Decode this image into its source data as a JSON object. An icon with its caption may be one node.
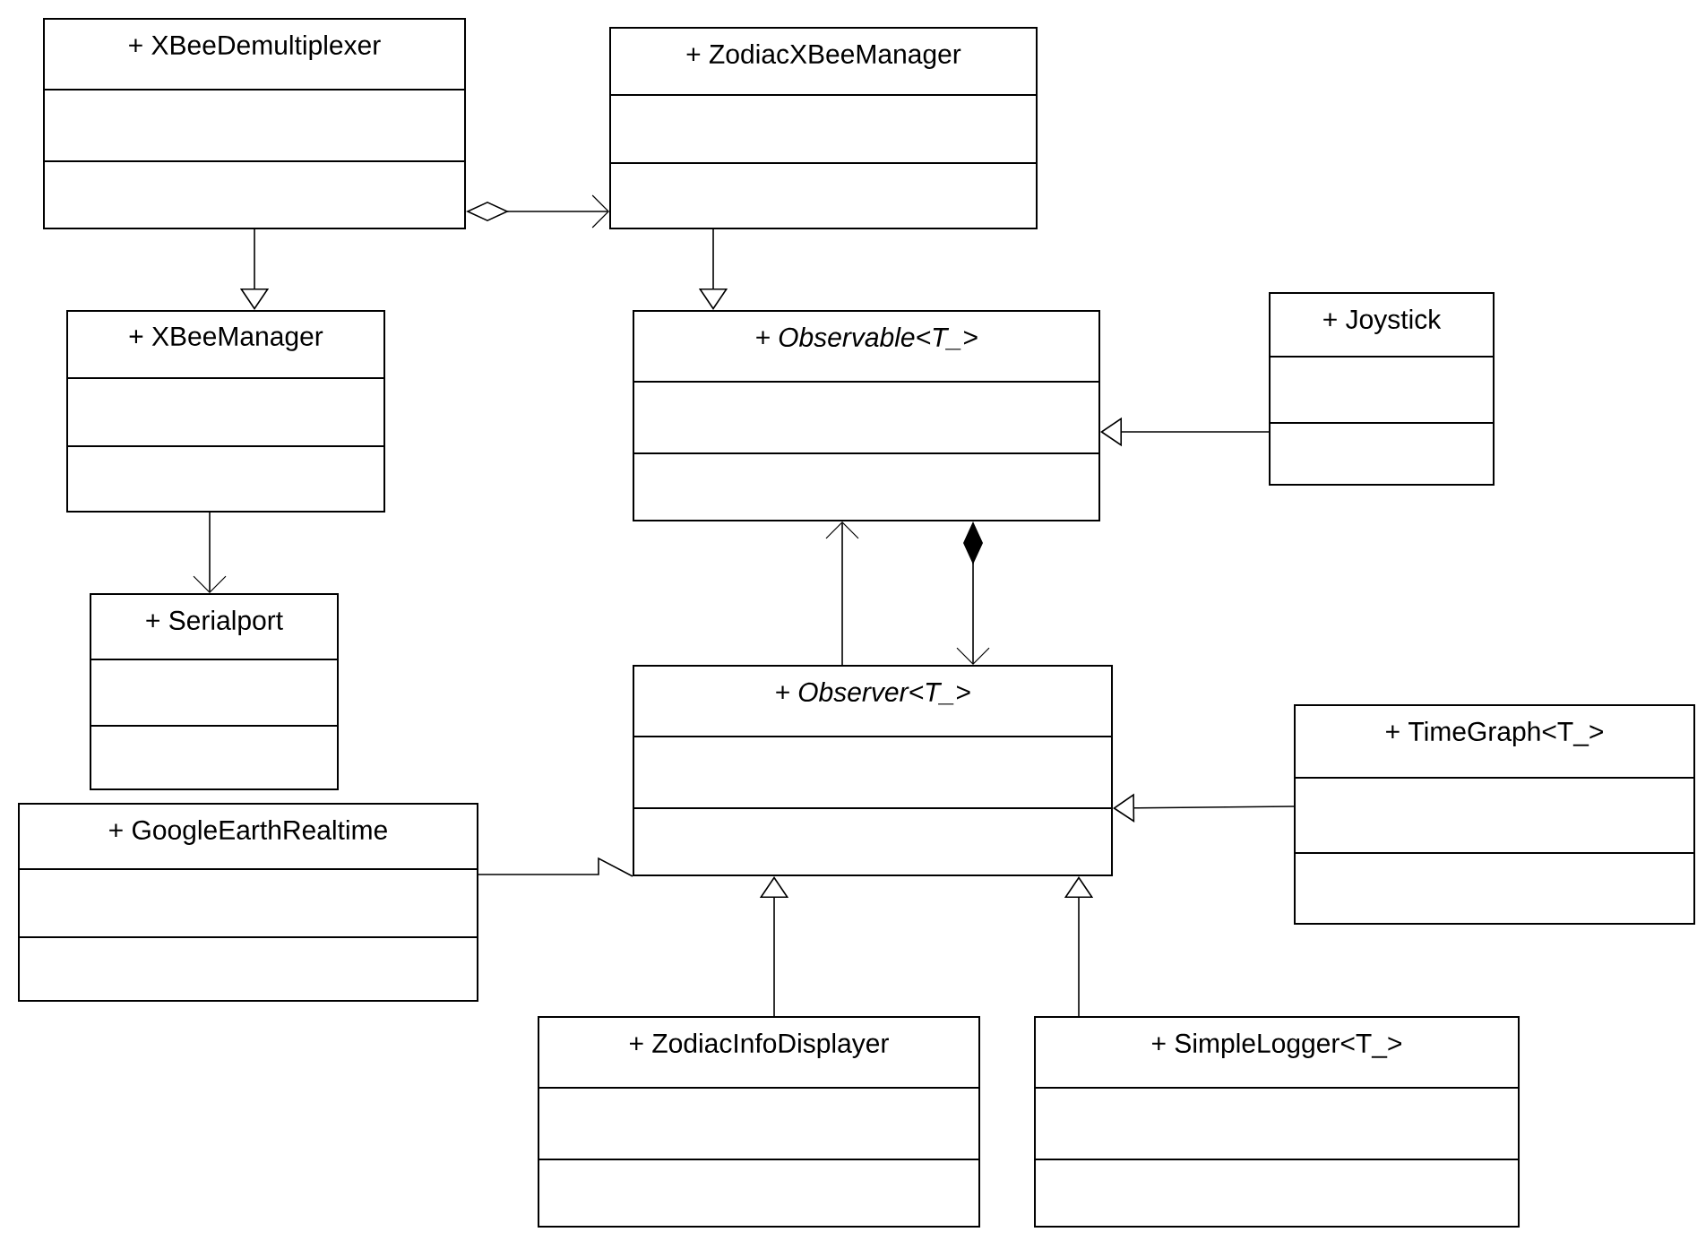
{
  "diagram": {
    "nodes": [
      {
        "text": [
          "+ XBeeDemultiplexer"
        ]
      },
      {
        "text": [
          "+ ZodiacXBeeManager"
        ]
      },
      {
        "text": [
          "+ XBeeManager"
        ]
      },
      {
        "text": [
          "+ Observable<T_>"
        ]
      },
      {
        "text": [
          "+ Joystick"
        ]
      },
      {
        "text": [
          "+ Serialport"
        ]
      },
      {
        "text": [
          "+ Observer<T_>"
        ]
      },
      {
        "text": [
          "+ TimeGraph<T_>"
        ]
      },
      {
        "text": [
          "+ GoogleEarthRealtime"
        ]
      },
      {
        "text": [
          "+ ZodiacInfoDisplayer"
        ]
      },
      {
        "text": [
          "+ SimpleLogger<T_>"
        ]
      }
    ],
    "edges": [
      {
        "from": 0,
        "to": 1,
        "arrow": "to"
      },
      {
        "from": 0,
        "to": 2,
        "arrow": "to"
      },
      {
        "from": 1,
        "to": 3,
        "arrow": "to"
      },
      {
        "from": 2,
        "to": 5,
        "arrow": "to"
      },
      {
        "from": 4,
        "to": 3,
        "arrow": "to"
      },
      {
        "from": 6,
        "to": 3,
        "arrow": "to"
      },
      {
        "from": 3,
        "to": 6,
        "arrow": "to"
      },
      {
        "from": 7,
        "to": 6,
        "arrow": "to"
      },
      {
        "from": 8,
        "to": 6,
        "arrow": "none"
      },
      {
        "from": 9,
        "to": 6,
        "arrow": "to"
      },
      {
        "from": 10,
        "to": 6,
        "arrow": "to"
      }
    ]
  }
}
